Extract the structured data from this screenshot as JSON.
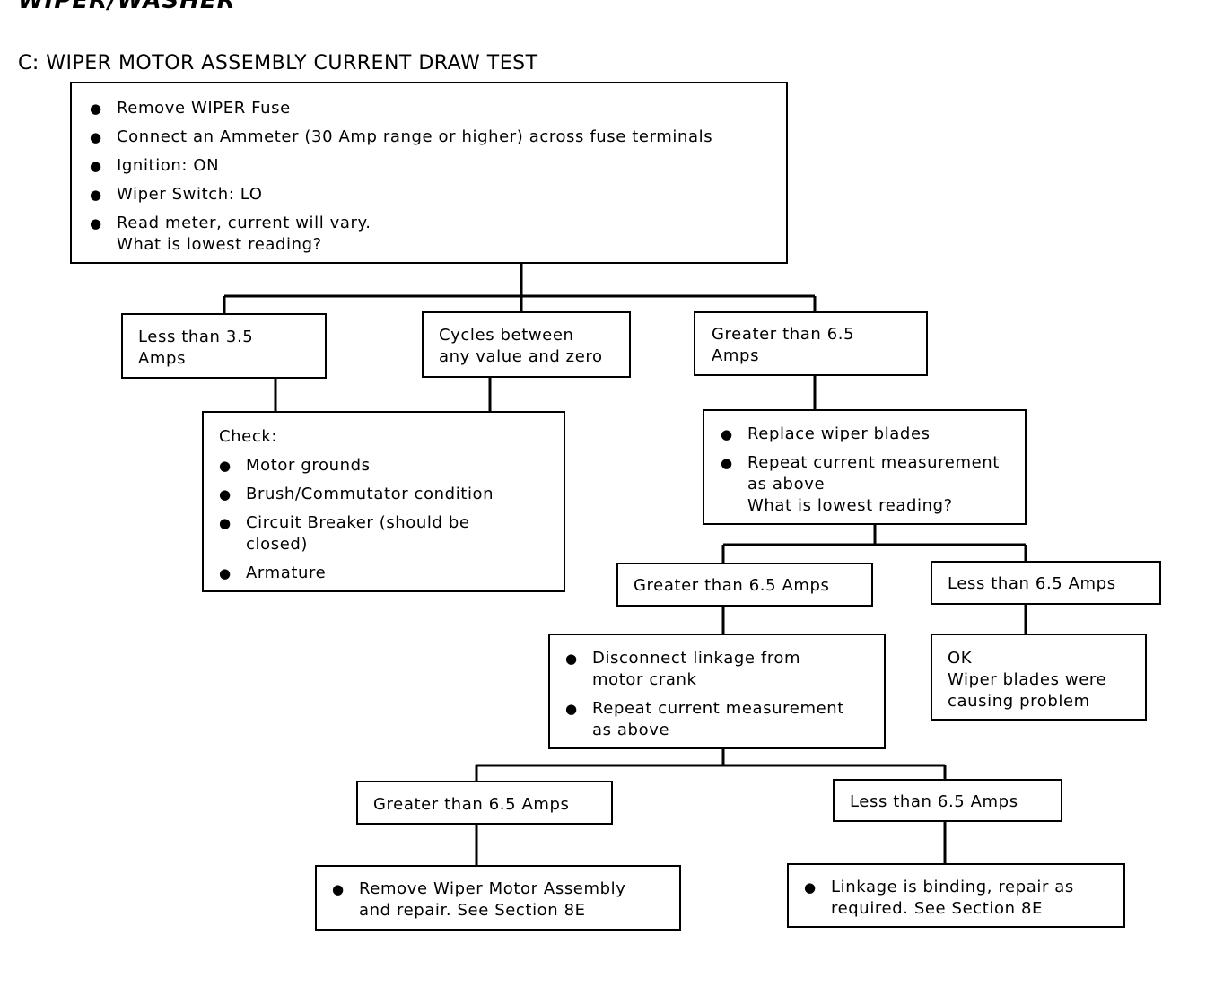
{
  "header": {
    "section": "WIPER/WASHER"
  },
  "title": "C: WIPER MOTOR ASSEMBLY CURRENT DRAW TEST",
  "boxes": {
    "start": {
      "items": [
        "Remove WIPER Fuse",
        "Connect an Ammeter (30 Amp range or higher) across fuse terminals",
        "Ignition: ON",
        "Wiper Switch: LO",
        "Read meter, current will vary.\nWhat is lowest reading?"
      ]
    },
    "less35": {
      "text": "Less than 3.5\nAmps"
    },
    "cycles": {
      "text": "Cycles between\nany value and zero"
    },
    "greater65_a": {
      "text": "Greater than 6.5\nAmps"
    },
    "check": {
      "heading": "Check:",
      "items": [
        "Motor grounds",
        "Brush/Commutator condition",
        "Circuit Breaker (should be\nclosed)",
        "Armature"
      ]
    },
    "replace_blades": {
      "items": [
        "Replace wiper blades",
        "Repeat current measurement\nas above\nWhat is lowest reading?"
      ]
    },
    "greater65_b": {
      "text": "Greater than 6.5 Amps"
    },
    "less65_b": {
      "text": "Less than 6.5 Amps"
    },
    "disconnect": {
      "items": [
        "Disconnect linkage from\nmotor crank",
        "Repeat current measurement\nas above"
      ]
    },
    "ok": {
      "text": "OK\nWiper blades were\ncausing problem"
    },
    "greater65_c": {
      "text": "Greater than 6.5 Amps"
    },
    "less65_c": {
      "text": "Less than 6.5 Amps"
    },
    "remove_motor": {
      "items": [
        "Remove Wiper Motor Assembly\nand repair. See Section 8E"
      ]
    },
    "linkage": {
      "items": [
        "Linkage is binding, repair as\nrequired. See Section 8E"
      ]
    }
  }
}
